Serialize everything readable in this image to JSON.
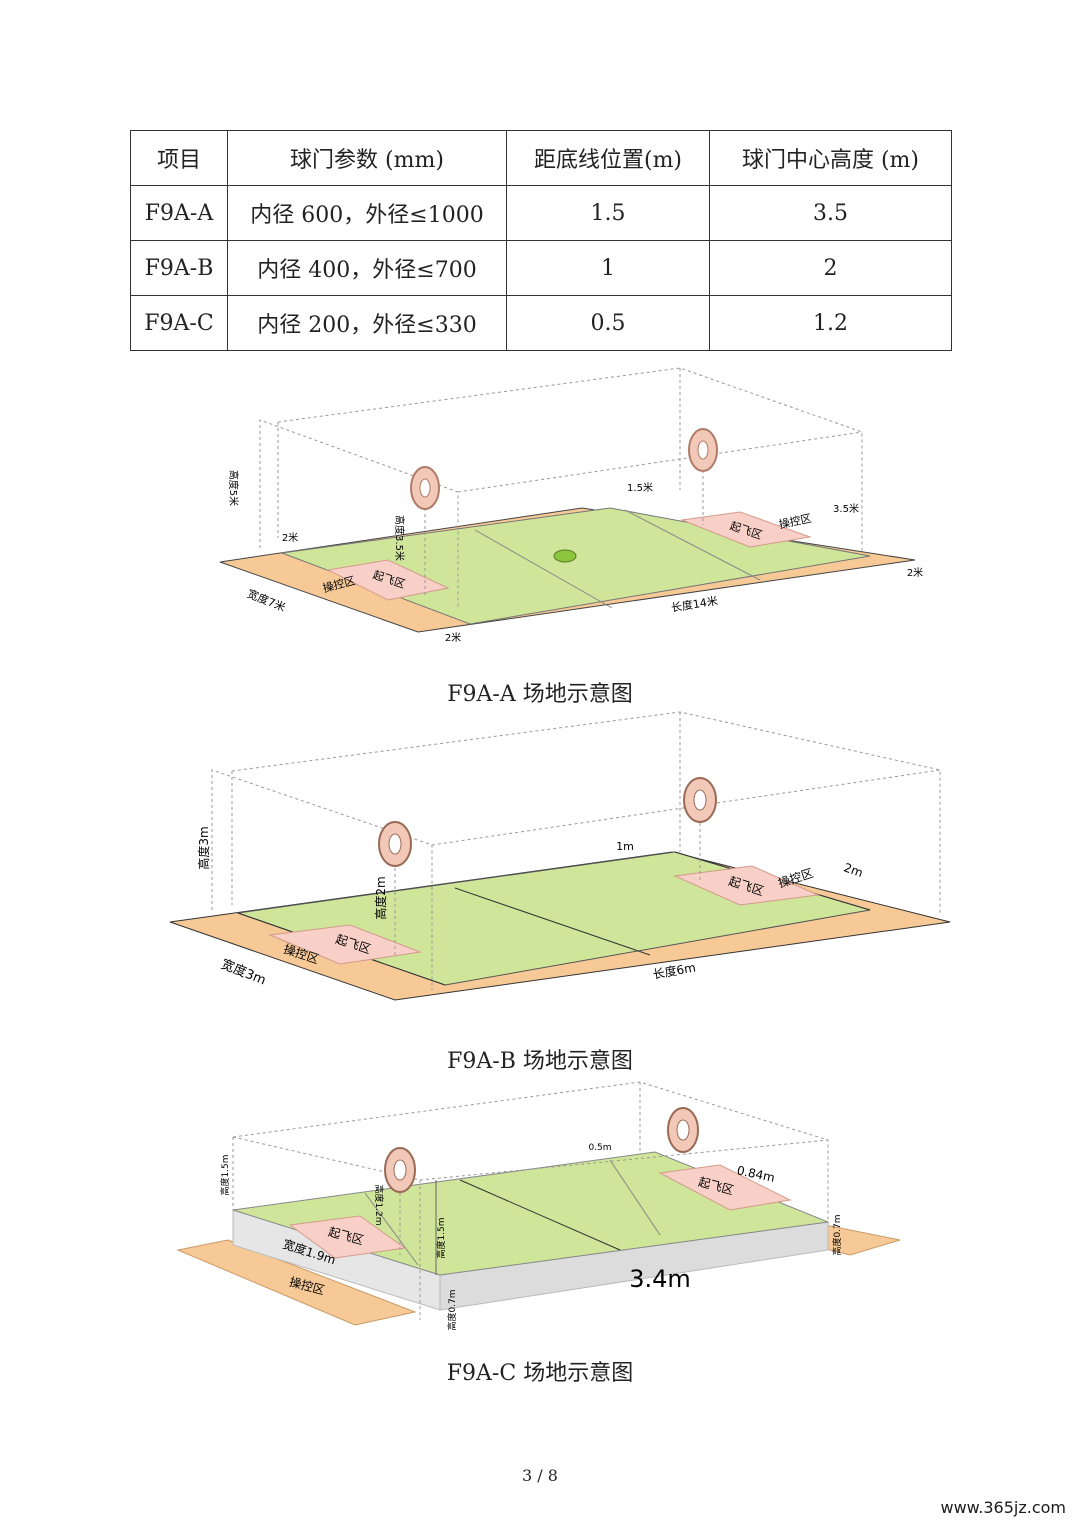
{
  "table": {
    "headers": [
      "项目",
      "球门参数 (mm)",
      "距底线位置(m)",
      "球门中心高度 (m)"
    ],
    "rows": [
      [
        "F9A-A",
        "内径 600，外径≤1000",
        "1.5",
        "3.5"
      ],
      [
        "F9A-B",
        "内径 400，外径≤700",
        "1",
        "2"
      ],
      [
        "F9A-C",
        "内径 200，外径≤330",
        "0.5",
        "1.2"
      ]
    ]
  },
  "diagrams": {
    "a": {
      "caption": "F9A-A 场地示意图",
      "labels": {
        "height": "高度5米",
        "goal_height": "高度3.5米",
        "left_end": "2米",
        "goal_dist": "1.5米",
        "right_goal": "3.5米",
        "right_end": "2米",
        "bottom_end": "2米",
        "width": "宽度7米",
        "length": "长度14米",
        "takeoff_left": "起飞区",
        "takeoff_right": "起飞区",
        "control_left": "操控区",
        "control_right": "操控区"
      }
    },
    "b": {
      "caption": "F9A-B 场地示意图",
      "labels": {
        "height": "高度3m",
        "goal_height": "高度2m",
        "goal_dist": "1m",
        "right_goal": "2m",
        "width": "宽度3m",
        "length": "长度6m",
        "takeoff_left": "起飞区",
        "takeoff_right": "起飞区",
        "control_left": "操控区",
        "control_right": "操控区"
      }
    },
    "c": {
      "caption": "F9A-C 场地示意图",
      "labels": {
        "height": "高度1.5m",
        "goal_height": "高度1.2m",
        "goal_dist": "0.5m",
        "right_goal": "0.84m",
        "mid_height": "高度1.5m",
        "table_height_left": "高度0.7m",
        "table_height_right": "高度0.7m",
        "width": "宽度1.9m",
        "length": "3.4m",
        "takeoff_left": "起飞区",
        "takeoff_right": "起飞区",
        "control": "操控区"
      }
    }
  },
  "page_number": "3 / 8",
  "watermark": "www.365jz.com",
  "colors": {
    "field": "#cfe59a",
    "control": "#f6c996",
    "takeoff": "#f8d0c8",
    "ring": "#f2c9b8",
    "center": "#8cc63f"
  }
}
